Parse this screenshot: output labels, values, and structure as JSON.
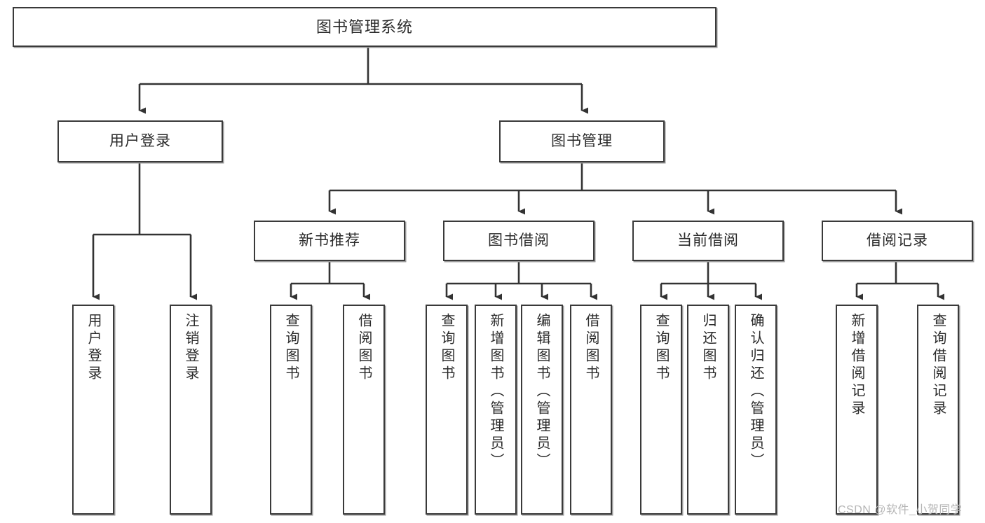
{
  "diagram": {
    "title": "图书管理系统",
    "type": "hierarchy-tree",
    "orientation": "top-down",
    "colors": {
      "background": "#ffffff",
      "node_border": "#3a3a3a",
      "node_fill": "#ffffff",
      "edge": "#333333",
      "text": "#2b2b2b",
      "watermark": "#b6b6b6"
    },
    "watermark": "CSDN @软件_小贺同学",
    "nodes": {
      "root": {
        "label": "图书管理系统",
        "level": 1
      },
      "level2": [
        {
          "id": "user-login",
          "label": "用户登录"
        },
        {
          "id": "book-manage",
          "label": "图书管理"
        }
      ],
      "level3": [
        {
          "id": "new-book-rec",
          "label": "新书推荐",
          "parent": "book-manage"
        },
        {
          "id": "book-borrow",
          "label": "图书借阅",
          "parent": "book-manage"
        },
        {
          "id": "current-borrow",
          "label": "当前借阅",
          "parent": "book-manage"
        },
        {
          "id": "borrow-record",
          "label": "借阅记录",
          "parent": "book-manage"
        }
      ],
      "leaves": [
        {
          "id": "leaf-user-login",
          "label": "用户登录",
          "parent": "user-login"
        },
        {
          "id": "leaf-logout",
          "label": "注销登录",
          "parent": "user-login"
        },
        {
          "id": "leaf-query-book-1",
          "label": "查询图书",
          "parent": "new-book-rec"
        },
        {
          "id": "leaf-borrow-book-1",
          "label": "借阅图书",
          "parent": "new-book-rec"
        },
        {
          "id": "leaf-query-book-2",
          "label": "查询图书",
          "parent": "book-borrow"
        },
        {
          "id": "leaf-add-book",
          "label": "新增图书（管理员）",
          "parent": "book-borrow"
        },
        {
          "id": "leaf-edit-book",
          "label": "编辑图书（管理员）",
          "parent": "book-borrow"
        },
        {
          "id": "leaf-borrow-book-2",
          "label": "借阅图书",
          "parent": "book-borrow"
        },
        {
          "id": "leaf-query-book-3",
          "label": "查询图书",
          "parent": "current-borrow"
        },
        {
          "id": "leaf-return-book",
          "label": "归还图书",
          "parent": "current-borrow"
        },
        {
          "id": "leaf-confirm-return",
          "label": "确认归还（管理员）",
          "parent": "current-borrow"
        },
        {
          "id": "leaf-add-record",
          "label": "新增借阅记录",
          "parent": "borrow-record"
        },
        {
          "id": "leaf-query-record",
          "label": "查询借阅记录",
          "parent": "borrow-record"
        }
      ]
    }
  }
}
